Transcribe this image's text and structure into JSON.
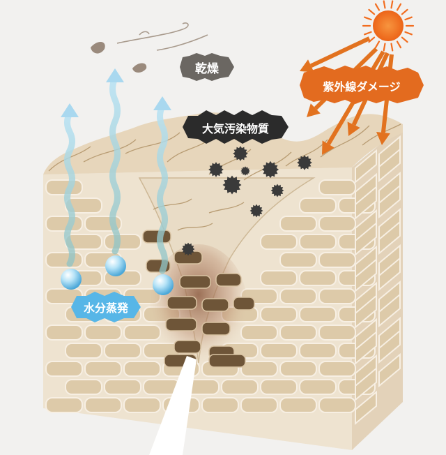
{
  "labels": {
    "dryness": "乾燥",
    "uv_damage": "紫外線ダメージ",
    "air_pollution": "大気汚染物質",
    "water_evaporation": "水分蒸発"
  },
  "colors": {
    "background": "#f2f1ef",
    "skin_face": "#eee3d0",
    "skin_side": "#e3d2b9",
    "skin_top": "#e7d6bb",
    "cell": "#ddcaa9",
    "mortar": "#f7efe3",
    "cell_dark": "#6e5538",
    "wrinkle_shadow": "#9a6a4e",
    "sun": "#f26d1f",
    "uv_arrow": "#e2721f",
    "evap_arrow": "#a9d8ef",
    "evap_label": "#57b6e7",
    "pollution_label": "#2b2b2b",
    "dryness_label": "#6b6762",
    "particle": "#3a3a3a"
  }
}
